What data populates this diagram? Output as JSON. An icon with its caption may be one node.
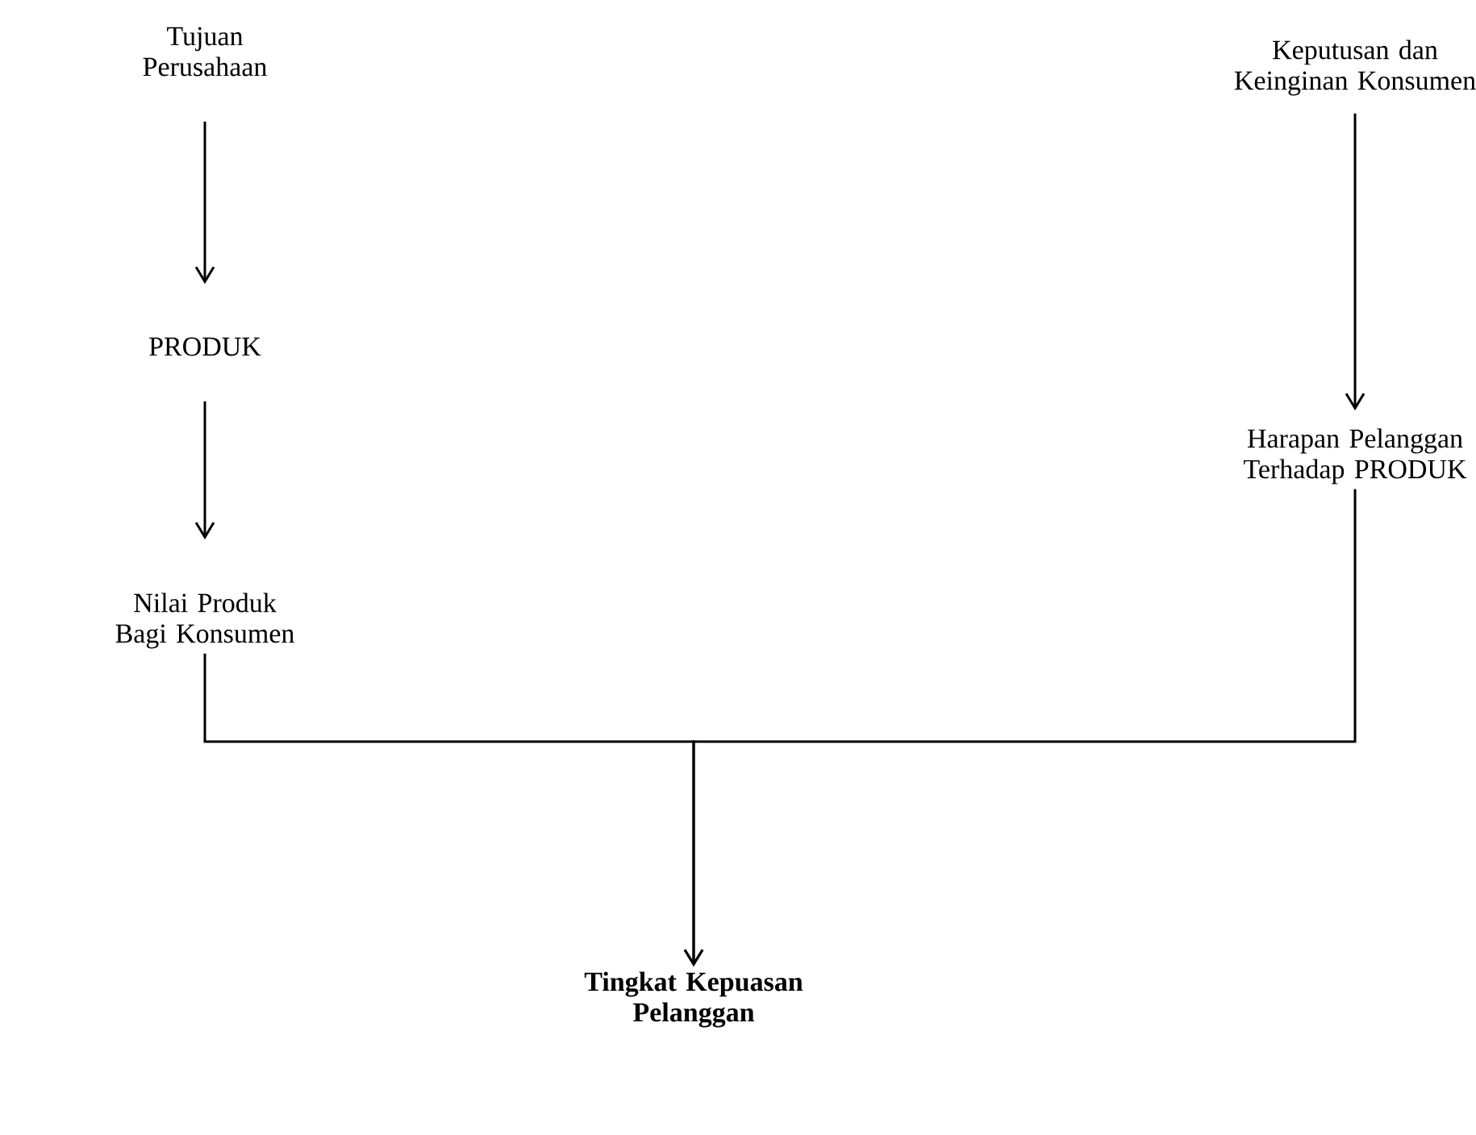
{
  "diagram": {
    "nodes": [
      {
        "text": [
          "Tujuan Perusahaan"
        ]
      },
      {
        "text": [
          "PRODUK"
        ]
      },
      {
        "text": [
          "Nilai Produk Bagi Konsumen"
        ]
      },
      {
        "text": [
          "Keputusan dan Keinginan Konsumen"
        ]
      },
      {
        "text": [
          "Harapan Pelanggan Terhadap PRODUK"
        ]
      },
      {
        "text": [
          "Tingkat Kepuasan Pelanggan"
        ]
      }
    ],
    "edges": [
      {
        "from": 0,
        "to": 1,
        "arrow": "to"
      },
      {
        "from": 1,
        "to": 2,
        "arrow": "to"
      },
      {
        "from": 3,
        "to": 4,
        "arrow": "to"
      },
      {
        "from": 2,
        "to": 5,
        "arrow": "to"
      },
      {
        "from": 4,
        "to": 5,
        "arrow": "to"
      }
    ]
  }
}
